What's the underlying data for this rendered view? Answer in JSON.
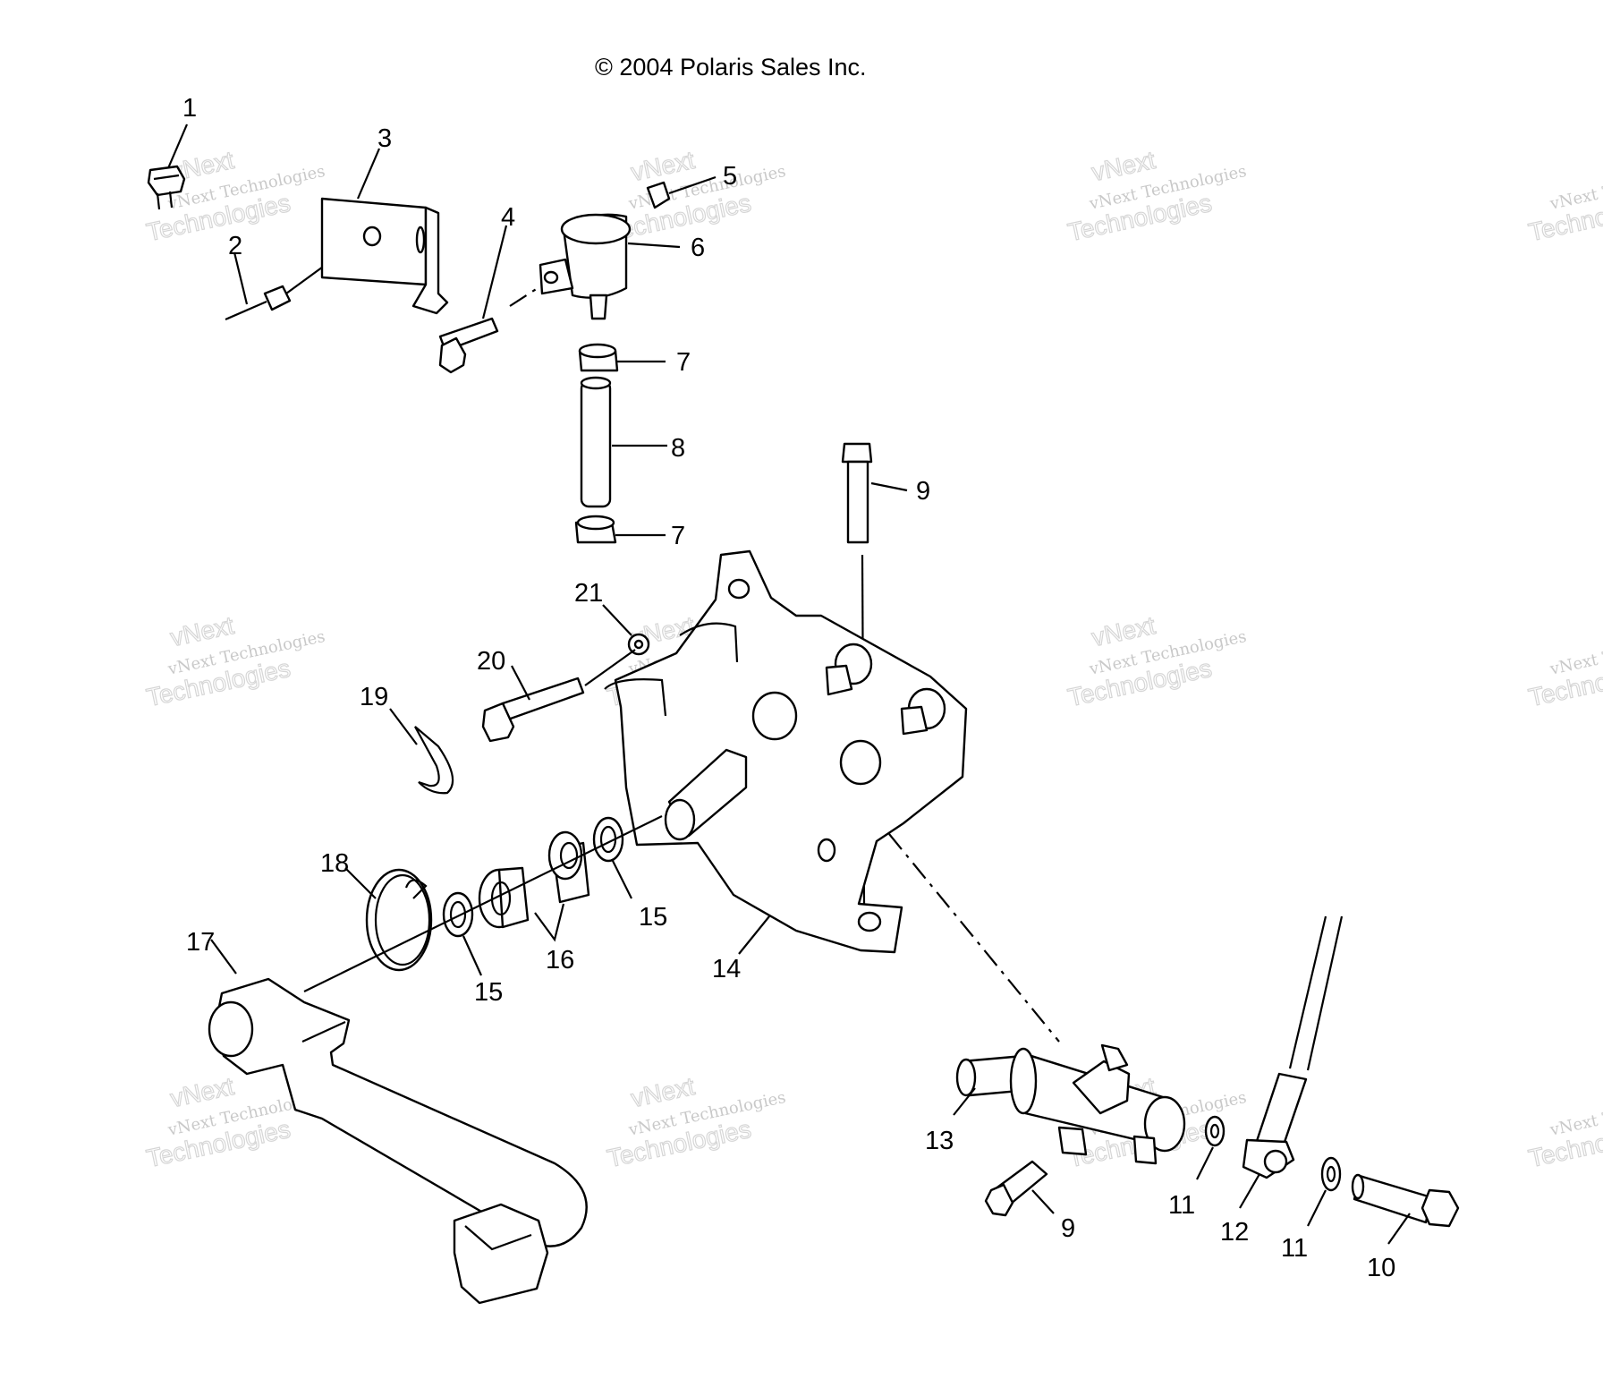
{
  "diagram": {
    "copyright": "© 2004 Polaris Sales Inc.",
    "watermark_small": "vNext Technologies",
    "watermark_large": "Technologies",
    "watermark_top": "vNext",
    "callouts": [
      "1",
      "2",
      "3",
      "4",
      "5",
      "6",
      "7",
      "7",
      "8",
      "9",
      "21",
      "20",
      "19",
      "18",
      "17",
      "15",
      "15",
      "16",
      "14",
      "13",
      "9",
      "11",
      "11",
      "12",
      "10"
    ]
  }
}
